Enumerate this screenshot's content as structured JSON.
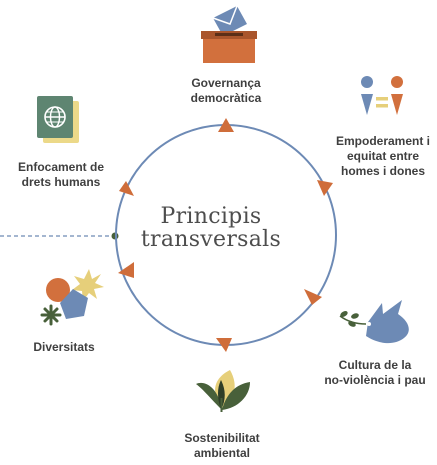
{
  "center": {
    "line1": "Principis",
    "line2": "transversals"
  },
  "principles": [
    {
      "id": "governanca",
      "line1": "Governança",
      "line2": "democràtica",
      "icon": "ballot-box-icon"
    },
    {
      "id": "empoderament",
      "line1": "Empoderament i",
      "line2": "equitat entre",
      "line3": "homes i dones",
      "icon": "people-equality-icon"
    },
    {
      "id": "cultura",
      "line1": "Cultura de la",
      "line2": "no-violència i pau",
      "icon": "dove-icon"
    },
    {
      "id": "sostenibilitat",
      "line1": "Sostenibilitat",
      "line2": "ambiental",
      "icon": "leaf-sprout-icon"
    },
    {
      "id": "diversitats",
      "line1": "Diversitats",
      "icon": "diversity-shapes-icon"
    },
    {
      "id": "drets",
      "line1": "Enfocament de",
      "line2": "drets humans",
      "icon": "passport-icon"
    }
  ],
  "colors": {
    "circle": "#6d8ab5",
    "arrow": "#cf6d3a",
    "ballot_box": "#d2703d",
    "envelope": "#6d8ab5",
    "dove": "#6d8ab5",
    "leaf_dark": "#48603a",
    "leaf_light": "#e6cf7a",
    "passport": "#5e8571",
    "passport_page": "#ecd989",
    "people_blue": "#6d8ab5",
    "people_orange": "#d2703d",
    "people_yellow": "#e6cf7a",
    "text": "#3f3f3f",
    "connector": "#6d8ab5",
    "connector_dot": "#48603a"
  }
}
